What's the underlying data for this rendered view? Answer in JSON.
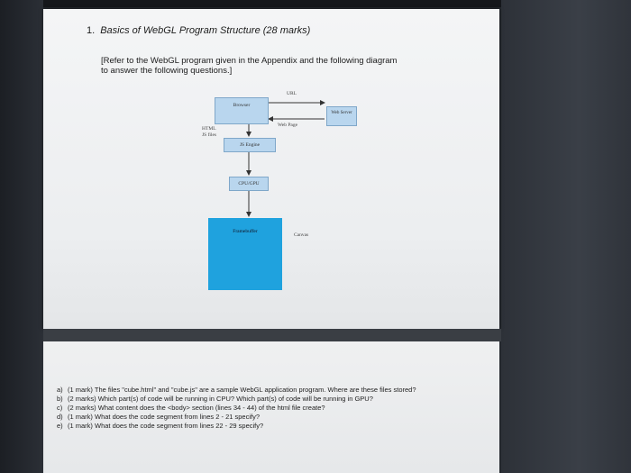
{
  "question": {
    "number": "1.",
    "title": "Basics of WebGL Program Structure (28 marks)",
    "intro": "[Refer to the WebGL program given in the Appendix and the following diagram to answer the following questions.]"
  },
  "diagram": {
    "browser": "Browser",
    "url": "URL",
    "web_server": "Web Server",
    "web_page": "Web Page",
    "html_js_files": "HTML JS files",
    "js_engine": "JS Engine",
    "cpu_gpu": "CPU/GPU",
    "framebuffer": "Framebuffer",
    "canvas": "Canvas",
    "colors": {
      "box_fill": "#b9d6ee",
      "framebuffer_fill": "#1fa2de"
    }
  },
  "sub_questions": [
    {
      "letter": "a)",
      "text": "(1 mark) The files \"cube.html\" and \"cube.js\" are a sample WebGL application program. Where are these files stored?"
    },
    {
      "letter": "b)",
      "text": "(2 marks) Which part(s) of code will be running in CPU? Which part(s) of code will be running in GPU?"
    },
    {
      "letter": "c)",
      "text": "(2 marks) What content does the <body> section (lines 34 - 44) of the html file create?"
    },
    {
      "letter": "d)",
      "text": "(1 mark) What does the code segment from lines 2 - 21 specify?"
    },
    {
      "letter": "e)",
      "text": "(1 mark) What does the code segment from lines 22 - 29 specify?"
    }
  ]
}
